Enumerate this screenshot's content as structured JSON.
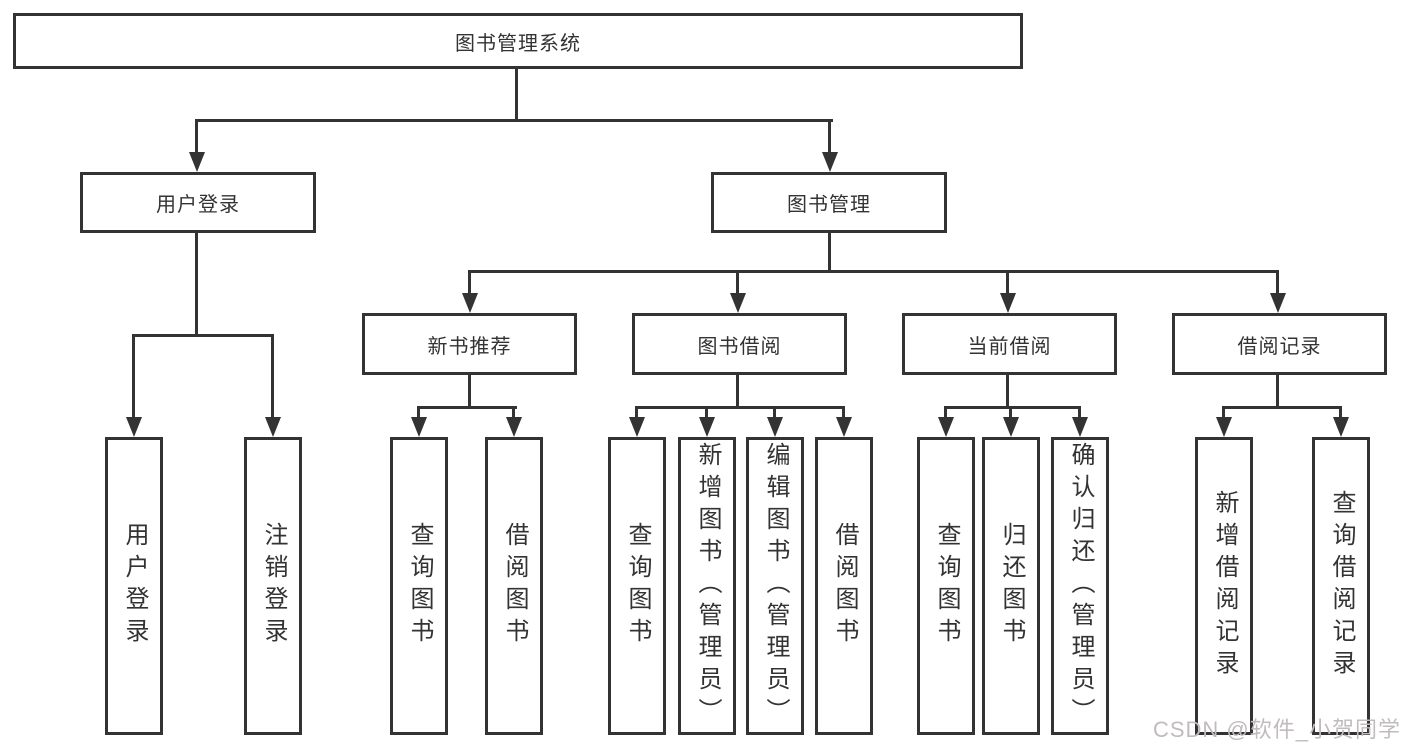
{
  "title": "图书管理系统",
  "level2": [
    {
      "label": "用户登录"
    },
    {
      "label": "图书管理"
    }
  ],
  "level3": [
    {
      "label": "新书推荐"
    },
    {
      "label": "图书借阅"
    },
    {
      "label": "当前借阅"
    },
    {
      "label": "借阅记录"
    }
  ],
  "leaves": {
    "user": [
      "用户登录",
      "注销登录"
    ],
    "recommend": [
      "查询图书",
      "借阅图书"
    ],
    "borrow": [
      "查询图书",
      "新增图书（管理员）",
      "编辑图书（管理员）",
      "借阅图书"
    ],
    "current": [
      "查询图书",
      "归还图书",
      "确认归还（管理员）"
    ],
    "records": [
      "新增借阅记录",
      "查询借阅记录"
    ]
  },
  "watermark": "CSDN @软件_小贺同学",
  "colors": {
    "line": "#333333",
    "border": "#333333",
    "background": "#ffffff",
    "watermark": "#c0bcbc",
    "text": "#333333"
  }
}
